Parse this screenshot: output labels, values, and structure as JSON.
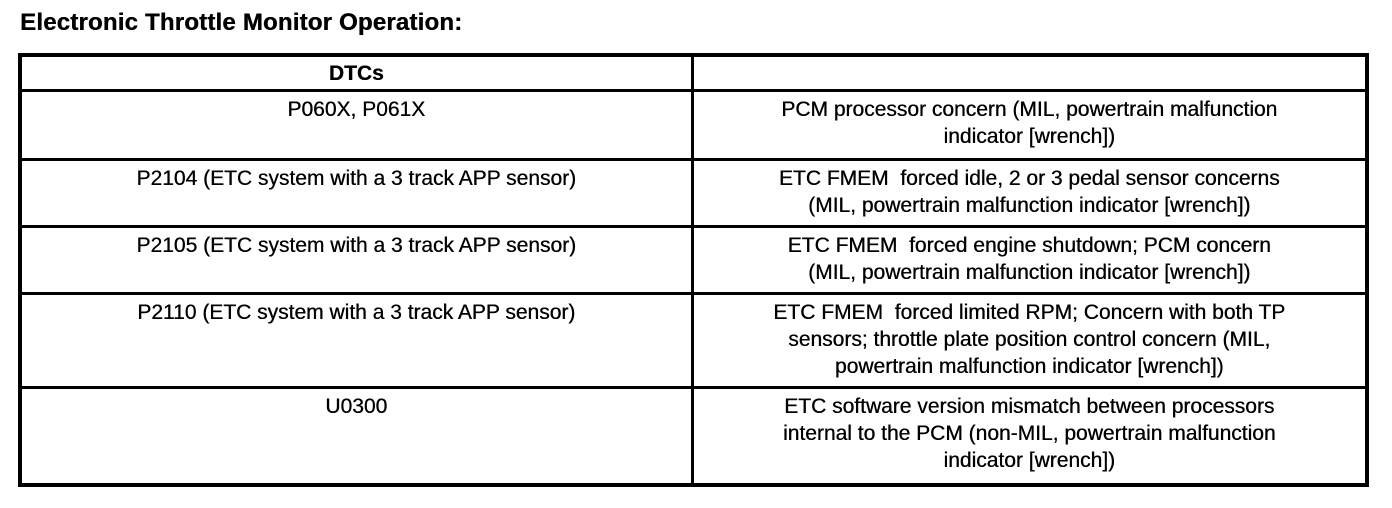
{
  "title": "Electronic Throttle Monitor Operation:",
  "table": {
    "columns": [
      {
        "label": "DTCs"
      },
      {
        "label": ""
      }
    ],
    "rows": [
      {
        "dtc": "P060X, P061X",
        "description": "PCM processor concern (MIL, powertrain malfunction\nindicator [wrench])"
      },
      {
        "dtc": "P2104 (ETC system with a 3 track APP sensor)",
        "description": "ETC FMEM  forced idle, 2 or 3 pedal sensor concerns\n(MIL, powertrain malfunction indicator [wrench])"
      },
      {
        "dtc": "P2105 (ETC system with a 3 track APP sensor)",
        "description": "ETC FMEM  forced engine shutdown; PCM concern\n(MIL, powertrain malfunction indicator [wrench])"
      },
      {
        "dtc": "P2110 (ETC system with a 3 track APP sensor)",
        "description": "ETC FMEM  forced limited RPM; Concern with both TP\nsensors; throttle plate position control concern (MIL,\npowertrain malfunction indicator [wrench])"
      },
      {
        "dtc": "U0300",
        "description": "ETC software version mismatch between processors\ninternal to the PCM (non-MIL, powertrain malfunction\nindicator [wrench])"
      }
    ]
  },
  "colors": {
    "text": "#000000",
    "background": "#ffffff",
    "border": "#000000"
  }
}
